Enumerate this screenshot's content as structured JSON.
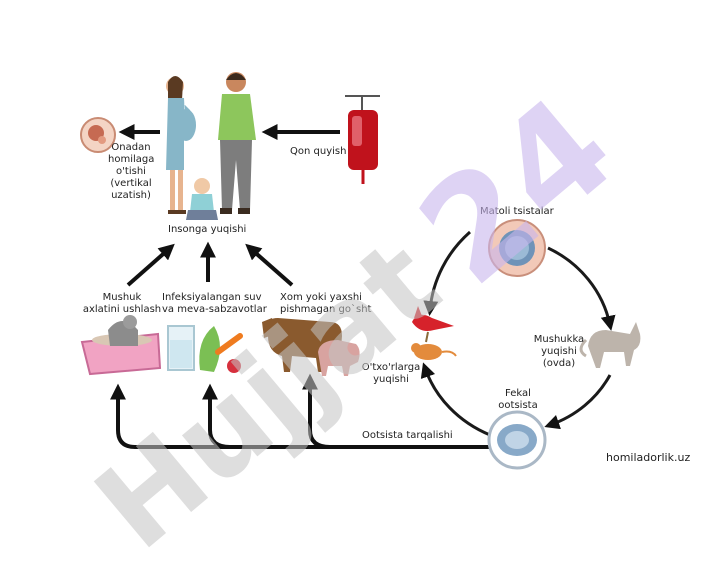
{
  "labels": {
    "vertical": "Onadan\nhomilaga\no'tishi\n(vertikal\nuzatish)",
    "blood": "Qon quyish",
    "human": "Insonga yuqishi",
    "litter": "Mushuk\naxlatini ushlash",
    "water": "Infeksiyalangan suv\nva meva-sabzavotlar",
    "meat": "Xom yoki yaxshi\npishmagan go`sht",
    "cysts": "Matoli tsistalar",
    "cat": "Mushukka\nyuqishi\n(ovda)",
    "fecal": "Fekal\nootsista",
    "spread": "Ootsista tarqalishi",
    "hosts": "O'txo'rlarga\nyuqishi"
  },
  "credit": "homiladorlik.uz",
  "watermark": {
    "diagonal": "Hujjat",
    "number": "24"
  },
  "colors": {
    "arrow": "#111111",
    "cycle": "#1a1a1a",
    "watermark_gray": "#c4c4c4",
    "watermark_purple": "#c9b6ee",
    "blood": "#c0121c",
    "cyst_ring": "#f2c9b8",
    "cyst_core": "#6f93b8"
  }
}
